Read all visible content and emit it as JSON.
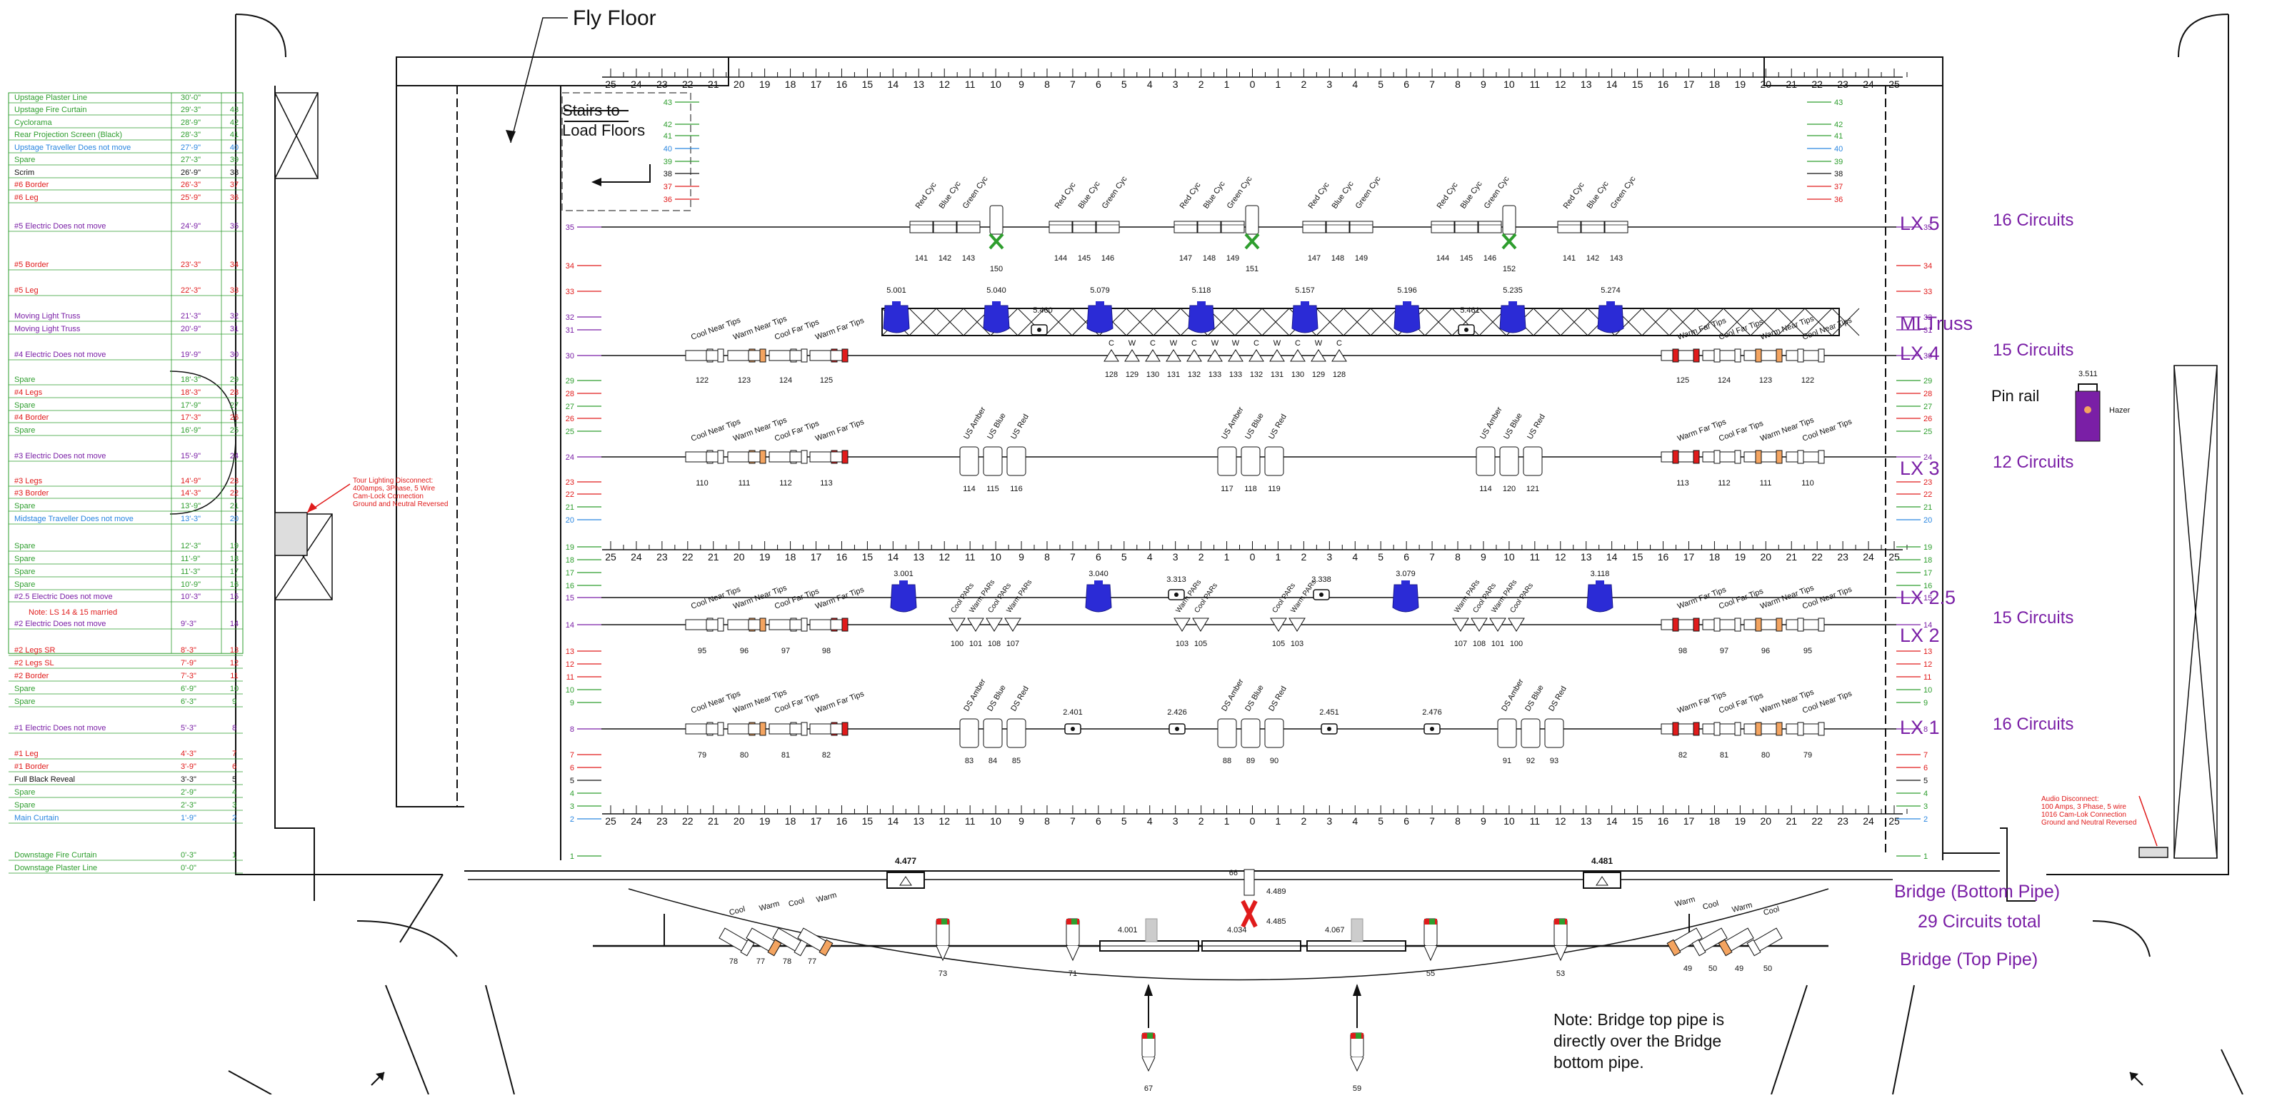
{
  "title": "Fly Floor",
  "stairs_label": [
    "Stairs to",
    "Load Floors"
  ],
  "colors": {
    "green": "#2e9e2e",
    "red": "#e01b1b",
    "blue": "#2a86e0",
    "purple": "#7a1fa6",
    "black": "#111111",
    "lamp": "#2b2bd6",
    "orange": "#f4a460"
  },
  "schedule": [
    {
      "name": "Upstage Plaster Line",
      "dist": "30'-0\"",
      "line": "",
      "color": "green"
    },
    {
      "name": "Upstage Fire Curtain",
      "dist": "29'-3\"",
      "line": "43",
      "color": "green"
    },
    {
      "name": "Cyclorama",
      "dist": "28'-9\"",
      "line": "42",
      "color": "green"
    },
    {
      "name": "Rear Projection Screen (Black)",
      "dist": "28'-3\"",
      "line": "41",
      "color": "green"
    },
    {
      "name": "Upstage Traveller Does not move",
      "dist": "27'-9\"",
      "line": "40",
      "color": "blue"
    },
    {
      "name": "Spare",
      "dist": "27'-3\"",
      "line": "39",
      "color": "green"
    },
    {
      "name": "Scrim",
      "dist": "26'-9\"",
      "line": "38",
      "color": "black"
    },
    {
      "name": "#6 Border",
      "dist": "26'-3\"",
      "line": "37",
      "color": "red"
    },
    {
      "name": "#6 Leg",
      "dist": "25'-9\"",
      "line": "36",
      "color": "red"
    },
    {
      "name": "#5 Electric Does not move",
      "dist": "24'-9\"",
      "line": "35",
      "color": "purple"
    },
    {
      "name": "#5 Border",
      "dist": "23'-3\"",
      "line": "34",
      "color": "red"
    },
    {
      "name": "#5 Leg",
      "dist": "22'-3\"",
      "line": "33",
      "color": "red"
    },
    {
      "name": "Moving Light Truss",
      "dist": "21'-3\"",
      "line": "32",
      "color": "purple"
    },
    {
      "name": "Moving Light Truss",
      "dist": "20'-9\"",
      "line": "31",
      "color": "purple"
    },
    {
      "name": "#4 Electric Does not move",
      "dist": "19'-9\"",
      "line": "30",
      "color": "purple"
    },
    {
      "name": "Spare",
      "dist": "18'-3\"",
      "line": "29",
      "color": "green"
    },
    {
      "name": "#4 Legs",
      "dist": "18'-3\"",
      "line": "28",
      "color": "red"
    },
    {
      "name": "Spare",
      "dist": "17'-9\"",
      "line": "27",
      "color": "green"
    },
    {
      "name": "#4 Border",
      "dist": "17'-3\"",
      "line": "26",
      "color": "red"
    },
    {
      "name": "Spare",
      "dist": "16'-9\"",
      "line": "25",
      "color": "green"
    },
    {
      "name": "#3 Electric Does not move",
      "dist": "15'-9\"",
      "line": "24",
      "color": "purple"
    },
    {
      "name": "#3 Legs",
      "dist": "14'-9\"",
      "line": "23",
      "color": "red"
    },
    {
      "name": "#3 Border",
      "dist": "14'-3\"",
      "line": "22",
      "color": "red"
    },
    {
      "name": "Spare",
      "dist": "13'-9\"",
      "line": "21",
      "color": "green"
    },
    {
      "name": "Midstage Traveller Does not move",
      "dist": "13'-3\"",
      "line": "20",
      "color": "blue"
    },
    {
      "name": "Spare",
      "dist": "12'-3\"",
      "line": "19",
      "color": "green"
    },
    {
      "name": "Spare",
      "dist": "11'-9\"",
      "line": "18",
      "color": "green"
    },
    {
      "name": "Spare",
      "dist": "11'-3\"",
      "line": "17",
      "color": "green"
    },
    {
      "name": "Spare",
      "dist": "10'-9\"",
      "line": "16",
      "color": "green"
    },
    {
      "name": "#2.5 Electric Does not move",
      "dist": "10'-3\"",
      "line": "15",
      "color": "purple"
    },
    {
      "name": "#2 Electric Does not move",
      "dist": "9'-3\"",
      "line": "14",
      "color": "purple"
    },
    {
      "name": "#2 Legs SR",
      "dist": "8'-3\"",
      "line": "13",
      "color": "red"
    },
    {
      "name": "#2 Legs SL",
      "dist": "7'-9\"",
      "line": "12",
      "color": "red"
    },
    {
      "name": "#2 Border",
      "dist": "7'-3\"",
      "line": "11",
      "color": "red"
    },
    {
      "name": "Spare",
      "dist": "6'-9\"",
      "line": "10",
      "color": "green"
    },
    {
      "name": "Spare",
      "dist": "6'-3\"",
      "line": "9",
      "color": "green"
    },
    {
      "name": "#1 Electric Does not move",
      "dist": "5'-3\"",
      "line": "8",
      "color": "purple"
    },
    {
      "name": "#1 Leg",
      "dist": "4'-3\"",
      "line": "7",
      "color": "red"
    },
    {
      "name": "#1 Border",
      "dist": "3'-9\"",
      "line": "6",
      "color": "red"
    },
    {
      "name": "Full Black Reveal",
      "dist": "3'-3\"",
      "line": "5",
      "color": "black"
    },
    {
      "name": "Spare",
      "dist": "2'-9\"",
      "line": "4",
      "color": "green"
    },
    {
      "name": "Spare",
      "dist": "2'-3\"",
      "line": "3",
      "color": "green"
    },
    {
      "name": "Main Curtain",
      "dist": "1'-9\"",
      "line": "2",
      "color": "blue"
    },
    {
      "name": "Downstage Fire Curtain",
      "dist": "0'-3\"",
      "line": "1",
      "color": "green"
    },
    {
      "name": "Downstage Plaster Line",
      "dist": "0'-0\"",
      "line": "",
      "color": "green"
    }
  ],
  "note_ls": "Note: LS 14 & 15 married",
  "tour_disconnect": [
    "Tour Lighting Disconnect:",
    "400amps, 3Phase, 5 Wire",
    "Cam-Lock Connection",
    "Ground and Neutral Reversed"
  ],
  "audio_disconnect": [
    "Audio Disconnect:",
    "100 Amps, 3 Phase, 5 wire",
    "1016 Cam-Lok Connection",
    "Ground and Neutral Reversed"
  ],
  "scale_top": [
    "25",
    "24",
    "23",
    "22",
    "21",
    "20",
    "19",
    "18",
    "17",
    "16",
    "15",
    "14",
    "13",
    "12",
    "11",
    "10",
    "9",
    "8",
    "7",
    "6",
    "5",
    "4",
    "3",
    "2",
    "1",
    "0",
    "1",
    "2",
    "3",
    "4",
    "5",
    "6",
    "7",
    "8",
    "9",
    "10",
    "11",
    "12",
    "13",
    "14",
    "15",
    "16",
    "17",
    "18",
    "19",
    "20",
    "21",
    "22",
    "23",
    "24",
    "25"
  ],
  "lineset_marks": {
    "upper": [
      "43",
      "42",
      "41",
      "40",
      "39",
      "38",
      "37",
      "36"
    ],
    "middle": [
      "35",
      "34",
      "33",
      "32",
      "31",
      "30",
      "29",
      "28",
      "27",
      "26",
      "25",
      "24",
      "23",
      "22",
      "21",
      "20"
    ],
    "lower": [
      "19",
      "18",
      "17",
      "16",
      "15",
      "14",
      "13",
      "12",
      "11",
      "10",
      "9",
      "8",
      "7",
      "6",
      "5",
      "4",
      "3",
      "2",
      "1"
    ]
  },
  "electrics": {
    "lx5": {
      "label": "LX 5",
      "circuits": "16 Circuits"
    },
    "ml": {
      "label": "MLTruss"
    },
    "lx4": {
      "label": "LX 4",
      "circuits": "15 Circuits"
    },
    "lx3": {
      "label": "LX 3",
      "circuits": "12 Circuits"
    },
    "lx25": {
      "label": "LX 2.5"
    },
    "lx2": {
      "label": "LX 2",
      "circuits": "15 Circuits"
    },
    "lx1": {
      "label": "LX 1",
      "circuits": "16 Circuits"
    }
  },
  "lx5_groups": [
    {
      "labels": [
        "Red Cyc",
        "Blue Cyc",
        "Green Cyc"
      ],
      "circuits": [
        "141",
        "142",
        "143"
      ]
    },
    {
      "labels": [
        "Red Cyc",
        "Blue Cyc",
        "Green Cyc"
      ],
      "circuits": [
        "144",
        "145",
        "146"
      ]
    },
    {
      "labels": [
        "Red Cyc",
        "Blue Cyc",
        "Green Cyc"
      ],
      "circuits": [
        "147",
        "148",
        "149"
      ]
    },
    {
      "labels": [
        "Red Cyc",
        "Blue Cyc",
        "Green Cyc"
      ],
      "circuits": [
        "147",
        "148",
        "149"
      ]
    },
    {
      "labels": [
        "Red Cyc",
        "Blue Cyc",
        "Green Cyc"
      ],
      "circuits": [
        "144",
        "145",
        "146"
      ]
    },
    {
      "labels": [
        "Red Cyc",
        "Blue Cyc",
        "Green Cyc"
      ],
      "circuits": [
        "141",
        "142",
        "143"
      ]
    }
  ],
  "lx5_specials": [
    "150",
    "151",
    "152"
  ],
  "ml_units": [
    "5.001",
    "5.040",
    "5.079",
    "5.118",
    "5.157",
    "5.196",
    "5.235",
    "5.274"
  ],
  "ml_small": [
    "5.460",
    "5.461"
  ],
  "tips_left": [
    "Cool Near Tips",
    "Warm Near Tips",
    "Cool Far Tips",
    "Warm Far Tips"
  ],
  "tips_right": [
    "Warm Far Tips",
    "Cool Far Tips",
    "Warm Near Tips",
    "Cool Near Tips"
  ],
  "lx4_circ_left": [
    "122",
    "123",
    "124",
    "125"
  ],
  "lx4_circ_right": [
    "125",
    "124",
    "123",
    "122"
  ],
  "lx4_center_letters": [
    "C",
    "W",
    "C",
    "W",
    "C",
    "W",
    "W",
    "C",
    "W",
    "C",
    "W",
    "C"
  ],
  "lx4_center_circ": [
    "128",
    "129",
    "130",
    "131",
    "132",
    "133",
    "133",
    "132",
    "131",
    "130",
    "129",
    "128"
  ],
  "lx3_circ_left": [
    "110",
    "111",
    "112",
    "113"
  ],
  "lx3_circ_right": [
    "113",
    "112",
    "111",
    "110"
  ],
  "us_labels": [
    "US Amber",
    "US Blue",
    "US Red"
  ],
  "lx3_groups": [
    [
      "114",
      "115",
      "116"
    ],
    [
      "117",
      "118",
      "119"
    ],
    [
      "114",
      "120",
      "121"
    ]
  ],
  "lx25_units": [
    "3.001",
    "3.040",
    "3.313",
    "3.338",
    "3.079",
    "3.118"
  ],
  "lx2_circ_left": [
    "95",
    "96",
    "97",
    "98"
  ],
  "lx2_circ_right": [
    "98",
    "97",
    "96",
    "95"
  ],
  "pars_labels_a": [
    "Cool PARs",
    "Warm PARs",
    "Cool PARs",
    "Warm PARs"
  ],
  "pars_labels_b": [
    "Warm PARs",
    "Cool PARs",
    "Warm PARs",
    "Cool PARs"
  ],
  "lx2_groups": [
    [
      "100",
      "101",
      "108",
      "107"
    ],
    [
      "103",
      "105"
    ],
    [
      "105",
      "103"
    ],
    [
      "107",
      "108",
      "101",
      "100"
    ]
  ],
  "lx1_circ_left": [
    "79",
    "80",
    "81",
    "82"
  ],
  "lx1_circ_right": [
    "82",
    "81",
    "80",
    "79"
  ],
  "ds_labels": [
    "DS Amber",
    "DS Blue",
    "DS Red"
  ],
  "lx1_groups": [
    [
      "83",
      "84",
      "85"
    ],
    [
      "88",
      "89",
      "90"
    ],
    [
      "91",
      "92",
      "93"
    ]
  ],
  "lx1_small": [
    "2.401",
    "2.426",
    "2.451",
    "2.476"
  ],
  "pin_rail": {
    "label": "Pin rail",
    "unit": "3.511",
    "hazer": "Hazer"
  },
  "bridge": {
    "bottom": "Bridge (Bottom Pipe)",
    "total": "29 Circuits total",
    "top": "Bridge (Top Pipe)"
  },
  "bridge_units": [
    "4.477",
    "4.481",
    "4.489",
    "4.485",
    "66"
  ],
  "bridge_top_units": [
    "4.001",
    "4.034",
    "4.067"
  ],
  "bridge_left_labels": [
    "Cool",
    "Warm",
    "Cool",
    "Warm"
  ],
  "bridge_left_circ": [
    "78",
    "77",
    "78",
    "77"
  ],
  "bridge_right_labels": [
    "Warm",
    "Cool",
    "Warm",
    "Cool"
  ],
  "bridge_right_circ": [
    "49",
    "50",
    "49",
    "50"
  ],
  "bridge_top_circ": [
    "73",
    "71",
    "55",
    "53"
  ],
  "booms": [
    "67",
    "59"
  ],
  "note_bridge": [
    "Note: Bridge top pipe is",
    "directly over the Bridge",
    "bottom pipe."
  ]
}
